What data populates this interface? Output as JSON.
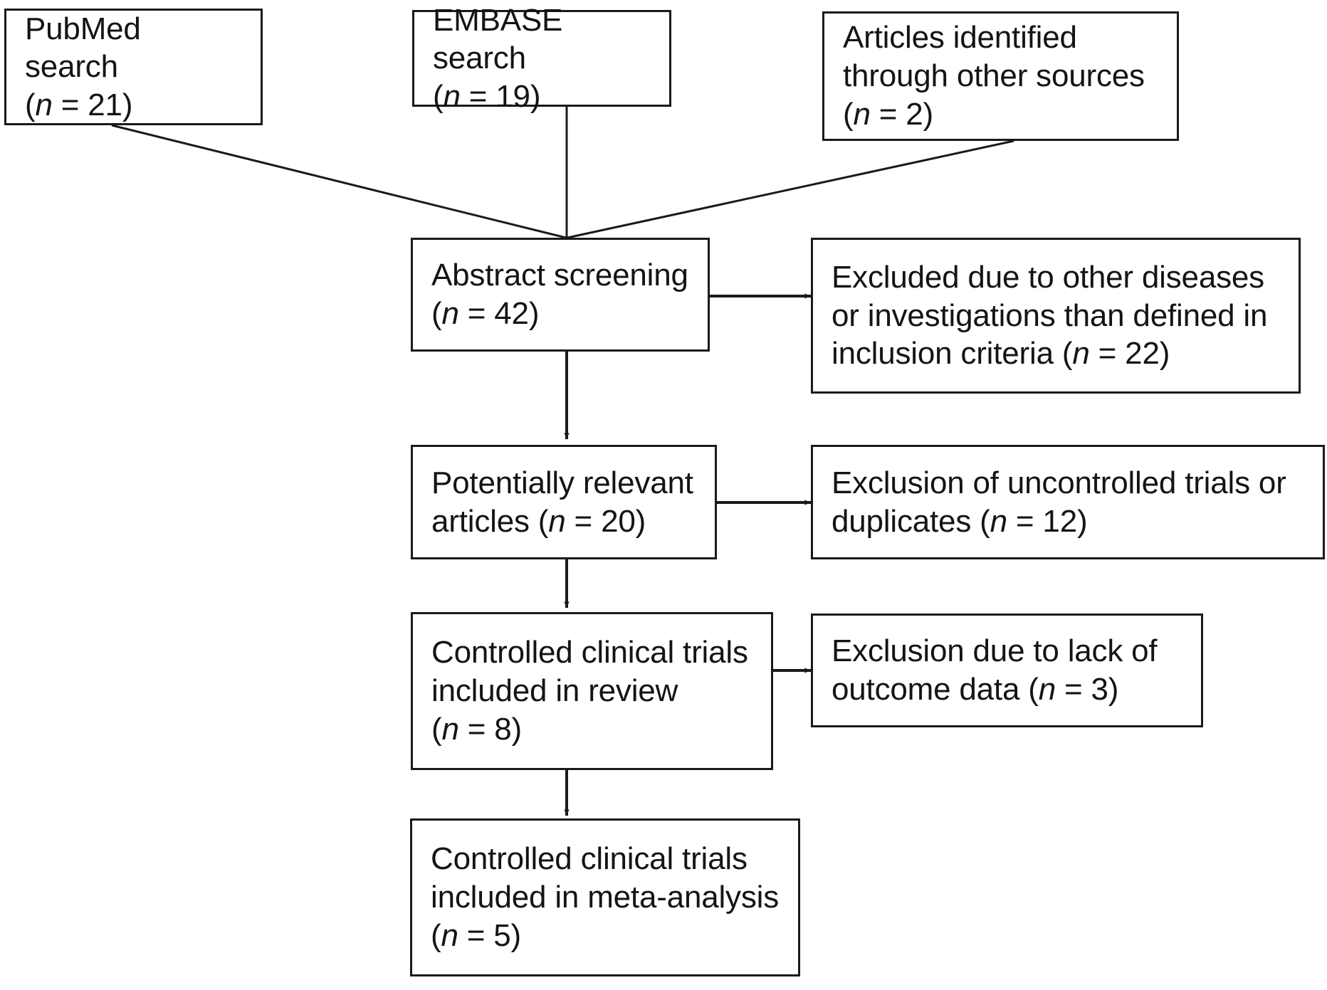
{
  "diagram": {
    "type": "prisma-flow-diagram",
    "title": "",
    "line_color": "#1a1a1a",
    "box_border_color": "#1a1a1a",
    "background_color": "#ffffff",
    "text_color": "#141414",
    "nodes": [
      {
        "id": "pubmed-search",
        "label": "PubMed search\n(n = 21)",
        "count_label": "n = 21",
        "count": 21
      },
      {
        "id": "embase-search",
        "label": "EMBASE search\n(n = 19)",
        "count_label": "n = 19",
        "count": 19
      },
      {
        "id": "other-sources",
        "label": "Articles identified\nthrough other sources\n(n = 2)",
        "count_label": "n = 2",
        "count": 2
      },
      {
        "id": "abstract-screening",
        "label": "Abstract screening\n(n = 42)",
        "count_label": "n = 42",
        "count": 42
      },
      {
        "id": "excluded-other-diseases",
        "label": "Excluded due to other diseases\nor investigations than defined in\ninclusion criteria (n = 22)",
        "count_label": "n = 22",
        "count": 22
      },
      {
        "id": "potentially-relevant",
        "label": "Potentially relevant\narticles (n = 20)",
        "count_label": "n = 20",
        "count": 20
      },
      {
        "id": "excluded-uncontrolled",
        "label": "Exclusion of uncontrolled trials or\nduplicates (n = 12)",
        "count_label": "n = 12",
        "count": 12
      },
      {
        "id": "included-in-review",
        "label": "Controlled clinical trials\nincluded in review\n(n = 8)",
        "count_label": "n = 8",
        "count": 8
      },
      {
        "id": "excluded-lack-outcome",
        "label": "Exclusion due to lack of\noutcome data (n = 3)",
        "count_label": "n = 3",
        "count": 3
      },
      {
        "id": "included-in-meta-analysis",
        "label": "Controlled clinical trials\nincluded in meta-analysis\n(n = 5)",
        "count_label": "n = 5",
        "count": 5
      }
    ],
    "edges": [
      {
        "id": "pubmed-to-abstract",
        "from": "pubmed-search",
        "to": "abstract-screening",
        "arrowhead": false
      },
      {
        "id": "embase-to-abstract",
        "from": "embase-search",
        "to": "abstract-screening",
        "arrowhead": false
      },
      {
        "id": "other-to-abstract",
        "from": "other-sources",
        "to": "abstract-screening",
        "arrowhead": false
      },
      {
        "id": "abstract-to-excluded",
        "from": "abstract-screening",
        "to": "excluded-other-diseases",
        "arrowhead": true
      },
      {
        "id": "abstract-to-relevant",
        "from": "abstract-screening",
        "to": "potentially-relevant",
        "arrowhead": true
      },
      {
        "id": "relevant-to-excluded",
        "from": "potentially-relevant",
        "to": "excluded-uncontrolled",
        "arrowhead": true
      },
      {
        "id": "relevant-to-review",
        "from": "potentially-relevant",
        "to": "included-in-review",
        "arrowhead": true
      },
      {
        "id": "review-to-excluded",
        "from": "included-in-review",
        "to": "excluded-lack-outcome",
        "arrowhead": true
      },
      {
        "id": "review-to-meta",
        "from": "included-in-review",
        "to": "included-in-meta-analysis",
        "arrowhead": true
      }
    ]
  }
}
